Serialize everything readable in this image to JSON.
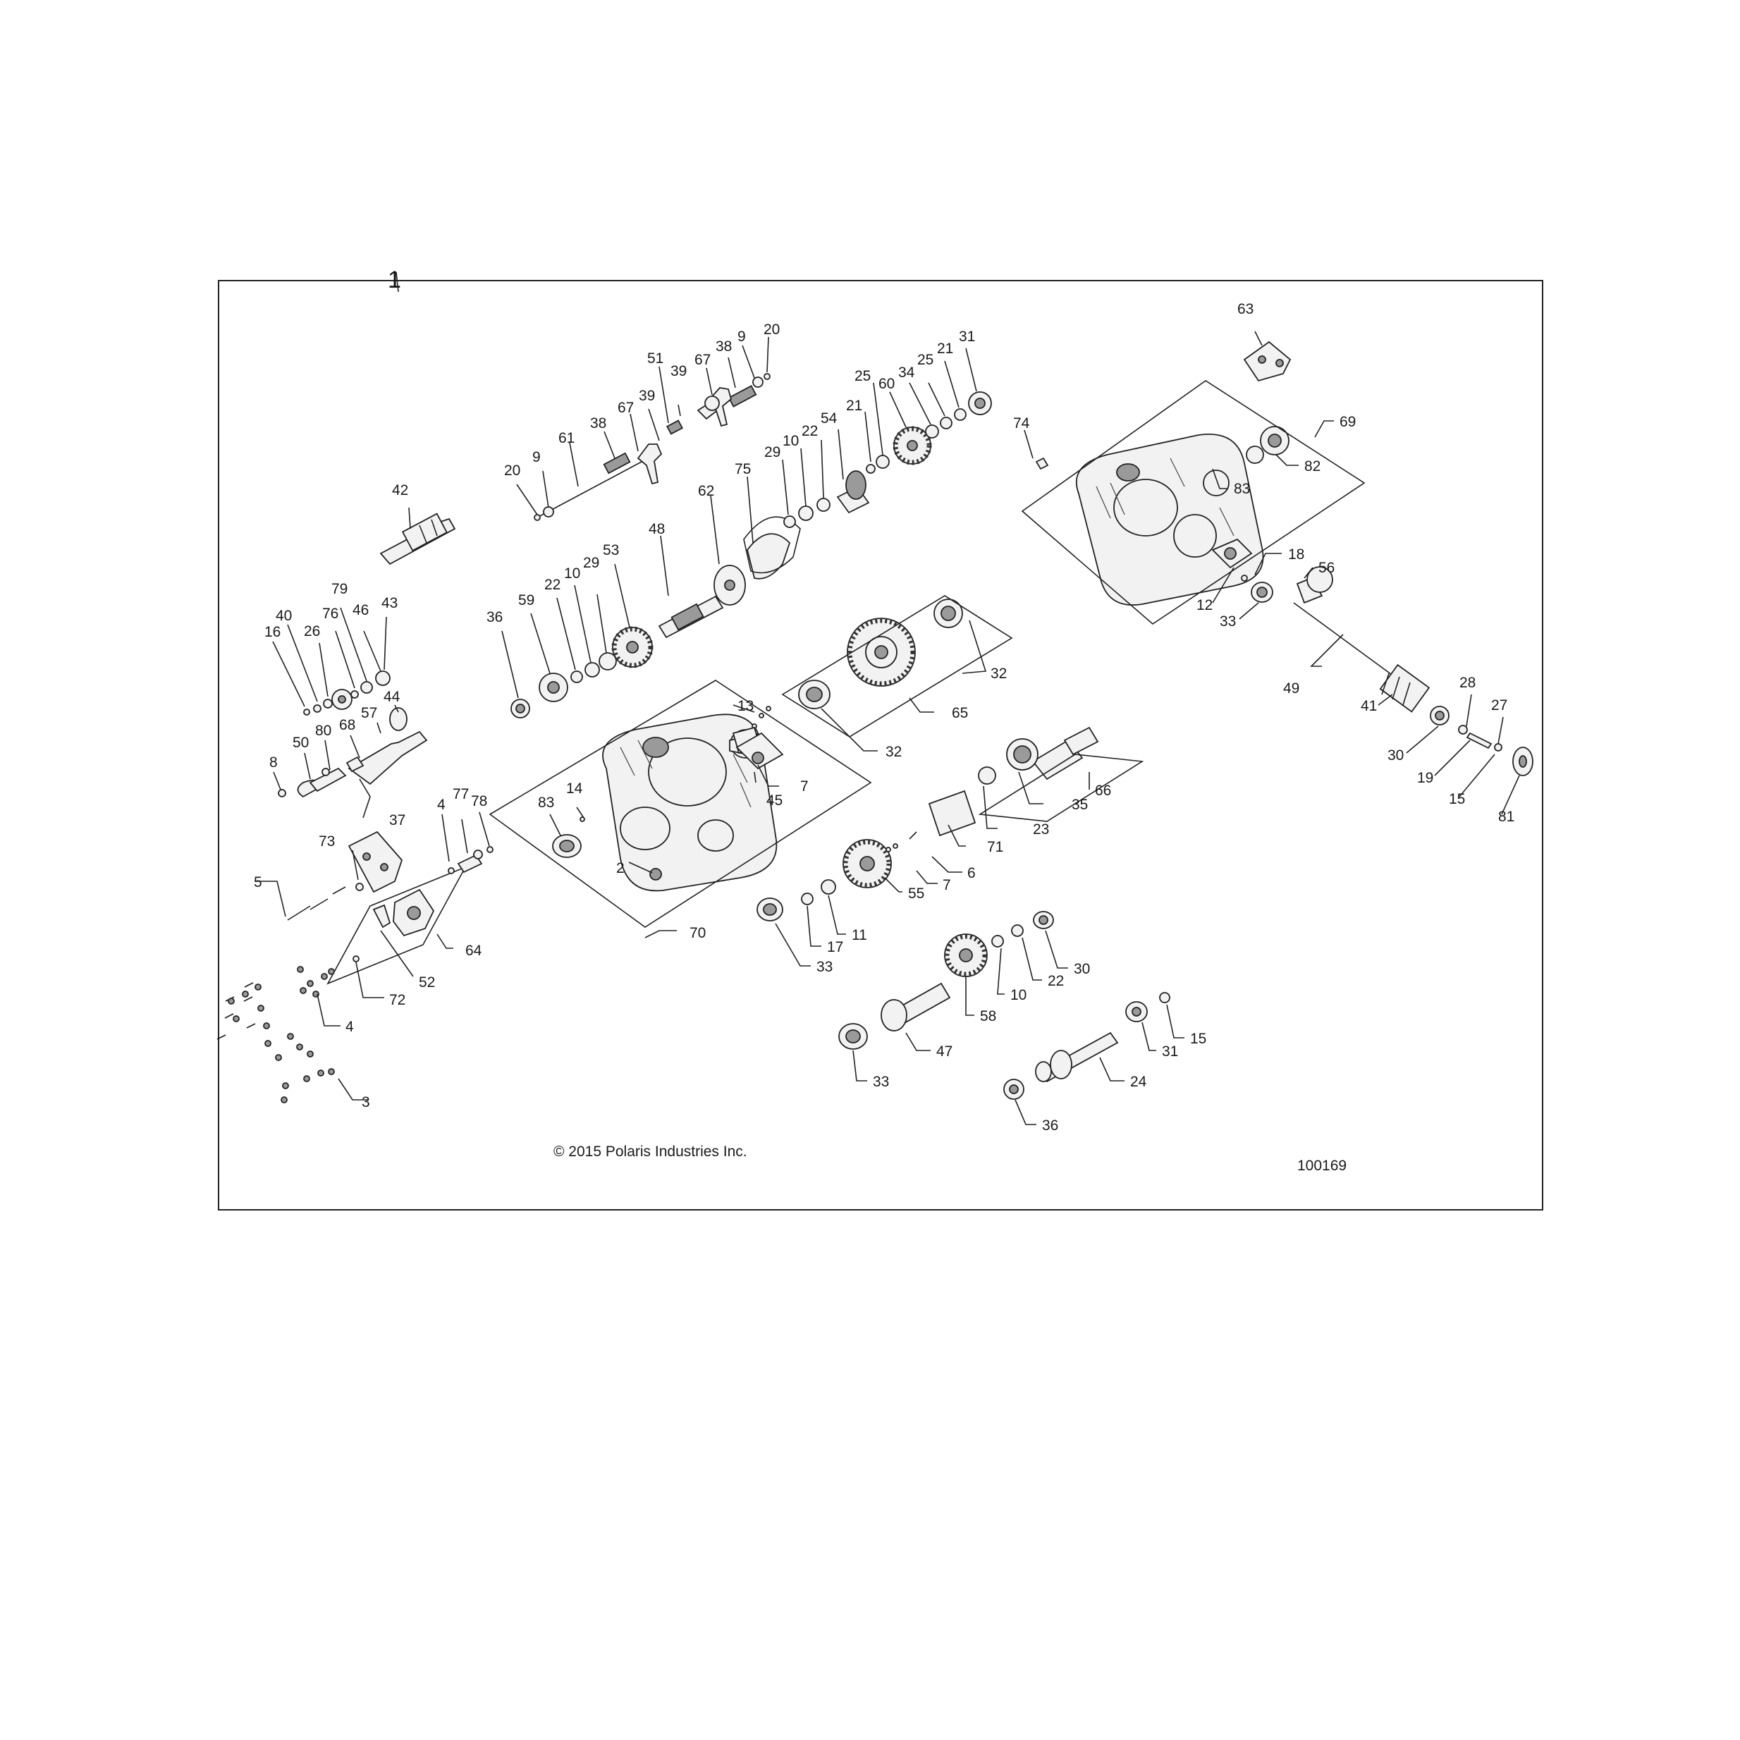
{
  "diagram": {
    "assembly_label": "1",
    "copyright": "© 2015 Polaris Industries Inc.",
    "figure_id": "100169",
    "callouts": [
      {
        "id": "c20a",
        "text": "20"
      },
      {
        "id": "c9a",
        "text": "9"
      },
      {
        "id": "c61",
        "text": "61"
      },
      {
        "id": "c38a",
        "text": "38"
      },
      {
        "id": "c67a",
        "text": "67"
      },
      {
        "id": "c39a",
        "text": "39"
      },
      {
        "id": "c51",
        "text": "51"
      },
      {
        "id": "c39b",
        "text": "39"
      },
      {
        "id": "c67b",
        "text": "67"
      },
      {
        "id": "c38b",
        "text": "38"
      },
      {
        "id": "c9b",
        "text": "9"
      },
      {
        "id": "c20b",
        "text": "20"
      },
      {
        "id": "c42",
        "text": "42"
      },
      {
        "id": "c75",
        "text": "75"
      },
      {
        "id": "c62",
        "text": "62"
      },
      {
        "id": "c48",
        "text": "48"
      },
      {
        "id": "c29a",
        "text": "29"
      },
      {
        "id": "c10a",
        "text": "10"
      },
      {
        "id": "c22a",
        "text": "22"
      },
      {
        "id": "c54",
        "text": "54"
      },
      {
        "id": "c21a",
        "text": "21"
      },
      {
        "id": "c25a",
        "text": "25"
      },
      {
        "id": "c60",
        "text": "60"
      },
      {
        "id": "c34",
        "text": "34"
      },
      {
        "id": "c25b",
        "text": "25"
      },
      {
        "id": "c21b",
        "text": "21"
      },
      {
        "id": "c31a",
        "text": "31"
      },
      {
        "id": "c53",
        "text": "53"
      },
      {
        "id": "c29b",
        "text": "29"
      },
      {
        "id": "c10b",
        "text": "10"
      },
      {
        "id": "c22b",
        "text": "22"
      },
      {
        "id": "c59",
        "text": "59"
      },
      {
        "id": "c36a",
        "text": "36"
      },
      {
        "id": "c79",
        "text": "79"
      },
      {
        "id": "c76",
        "text": "76"
      },
      {
        "id": "c46",
        "text": "46"
      },
      {
        "id": "c43",
        "text": "43"
      },
      {
        "id": "c40",
        "text": "40"
      },
      {
        "id": "c26",
        "text": "26"
      },
      {
        "id": "c16",
        "text": "16"
      },
      {
        "id": "c57",
        "text": "57"
      },
      {
        "id": "c44",
        "text": "44"
      },
      {
        "id": "c68",
        "text": "68"
      },
      {
        "id": "c80",
        "text": "80"
      },
      {
        "id": "c50",
        "text": "50"
      },
      {
        "id": "c8",
        "text": "8"
      },
      {
        "id": "c37",
        "text": "37"
      },
      {
        "id": "c73",
        "text": "73"
      },
      {
        "id": "c4a",
        "text": "4"
      },
      {
        "id": "c77",
        "text": "77"
      },
      {
        "id": "c78",
        "text": "78"
      },
      {
        "id": "c5",
        "text": "5"
      },
      {
        "id": "c52",
        "text": "52"
      },
      {
        "id": "c64",
        "text": "64"
      },
      {
        "id": "c72",
        "text": "72"
      },
      {
        "id": "c4b",
        "text": "4"
      },
      {
        "id": "c3",
        "text": "3"
      },
      {
        "id": "c83a",
        "text": "83"
      },
      {
        "id": "c14",
        "text": "14"
      },
      {
        "id": "c13",
        "text": "13"
      },
      {
        "id": "c7a",
        "text": "7"
      },
      {
        "id": "c45",
        "text": "45"
      },
      {
        "id": "c2",
        "text": "2"
      },
      {
        "id": "c70",
        "text": "70"
      },
      {
        "id": "c32a",
        "text": "32"
      },
      {
        "id": "c32b",
        "text": "32"
      },
      {
        "id": "c65",
        "text": "65"
      },
      {
        "id": "c66",
        "text": "66"
      },
      {
        "id": "c35",
        "text": "35"
      },
      {
        "id": "c23",
        "text": "23"
      },
      {
        "id": "c71",
        "text": "71"
      },
      {
        "id": "c6",
        "text": "6"
      },
      {
        "id": "c7b",
        "text": "7"
      },
      {
        "id": "c55",
        "text": "55"
      },
      {
        "id": "c11",
        "text": "11"
      },
      {
        "id": "c17",
        "text": "17"
      },
      {
        "id": "c33a",
        "text": "33"
      },
      {
        "id": "c30a",
        "text": "30"
      },
      {
        "id": "c22c",
        "text": "22"
      },
      {
        "id": "c10c",
        "text": "10"
      },
      {
        "id": "c58",
        "text": "58"
      },
      {
        "id": "c47",
        "text": "47"
      },
      {
        "id": "c33b",
        "text": "33"
      },
      {
        "id": "c15a",
        "text": "15"
      },
      {
        "id": "c31b",
        "text": "31"
      },
      {
        "id": "c24",
        "text": "24"
      },
      {
        "id": "c36b",
        "text": "36"
      },
      {
        "id": "c63",
        "text": "63"
      },
      {
        "id": "c74",
        "text": "74"
      },
      {
        "id": "c69",
        "text": "69"
      },
      {
        "id": "c82",
        "text": "82"
      },
      {
        "id": "c83b",
        "text": "83"
      },
      {
        "id": "c18",
        "text": "18"
      },
      {
        "id": "c56",
        "text": "56"
      },
      {
        "id": "c12",
        "text": "12"
      },
      {
        "id": "c33c",
        "text": "33"
      },
      {
        "id": "c49",
        "text": "49"
      },
      {
        "id": "c41",
        "text": "41"
      },
      {
        "id": "c28",
        "text": "28"
      },
      {
        "id": "c27",
        "text": "27"
      },
      {
        "id": "c30b",
        "text": "30"
      },
      {
        "id": "c19",
        "text": "19"
      },
      {
        "id": "c15b",
        "text": "15"
      },
      {
        "id": "c81",
        "text": "81"
      }
    ]
  }
}
